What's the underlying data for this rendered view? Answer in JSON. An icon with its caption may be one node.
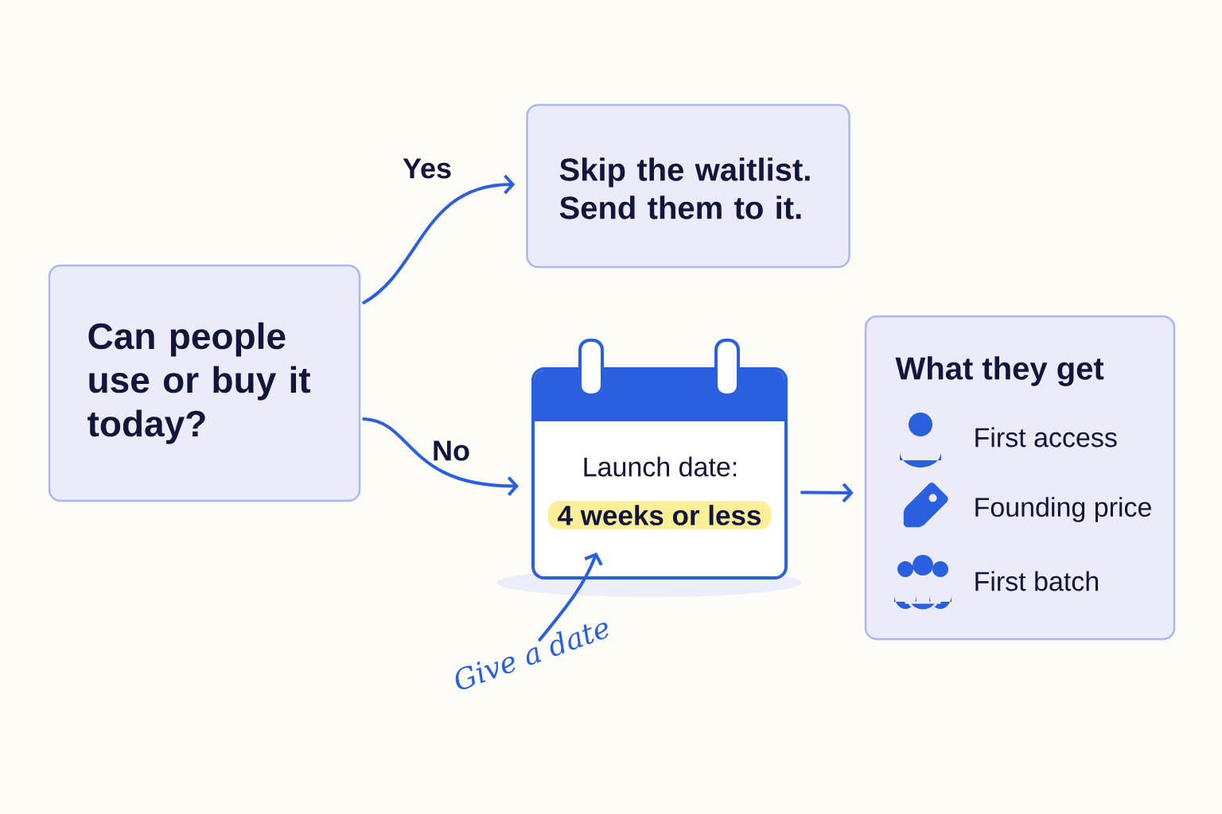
{
  "diagram": {
    "nodes": [
      {
        "text": [
          "Can people use or buy it today?"
        ]
      },
      {
        "text": [
          "Skip the waitlist. Send them to it."
        ]
      },
      {
        "text": [
          "Launch date:",
          "4 weeks or less"
        ]
      },
      {
        "text": [
          "What they get",
          "First access",
          "Founding price",
          "First batch"
        ]
      },
      {
        "text": [
          "Give a date"
        ]
      }
    ],
    "edges": [
      {
        "from": 0,
        "to": 1,
        "arrow": "to",
        "label": "Yes"
      },
      {
        "from": 0,
        "to": 2,
        "arrow": "to",
        "label": "No"
      },
      {
        "from": 2,
        "to": 3,
        "arrow": "to"
      },
      {
        "from": 4,
        "to": 2,
        "arrow": "to"
      }
    ]
  }
}
